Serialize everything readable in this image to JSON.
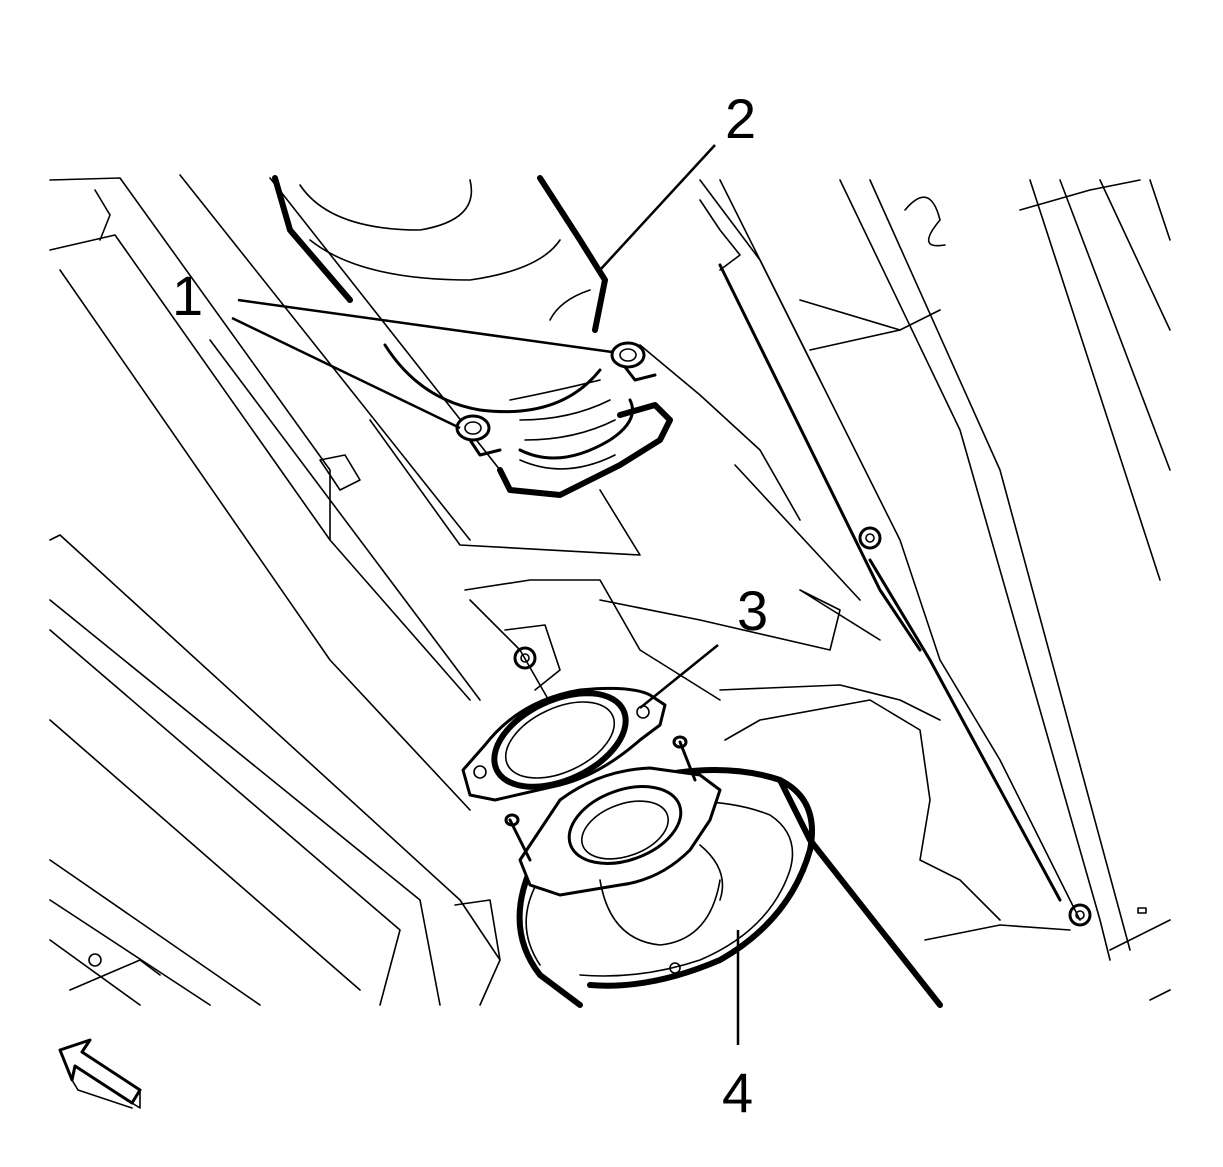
{
  "callouts": [
    {
      "id": "1",
      "label": "1"
    },
    {
      "id": "2",
      "label": "2"
    },
    {
      "id": "3",
      "label": "3"
    },
    {
      "id": "4",
      "label": "4"
    }
  ],
  "icons": {
    "direction_arrow": "front-direction-arrow-icon"
  },
  "colors": {
    "ink": "#000000",
    "background": "#ffffff"
  }
}
